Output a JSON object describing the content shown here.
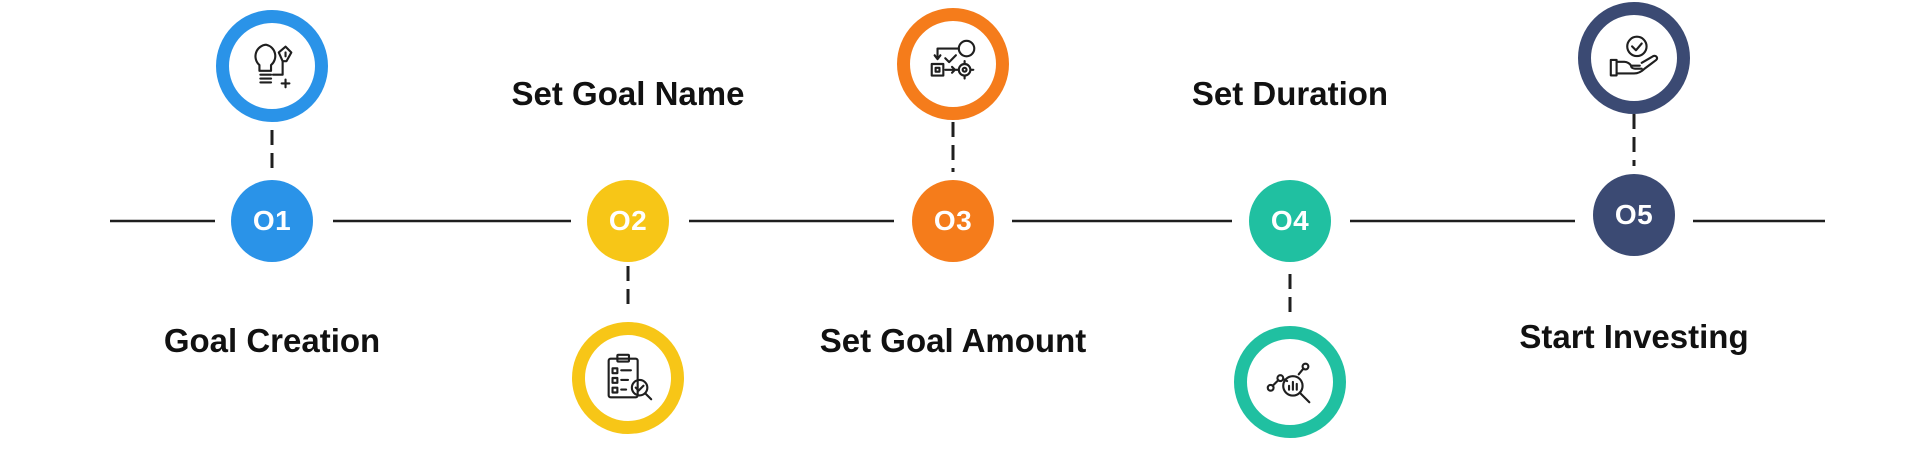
{
  "steps": [
    {
      "number": "O1",
      "label": "Goal Creation",
      "color": "#2a93e8",
      "icon": "idea-design-icon"
    },
    {
      "number": "O2",
      "label": "Set Goal Name",
      "color": "#f7c617",
      "icon": "checklist-search-icon"
    },
    {
      "number": "O3",
      "label": "Set Goal Amount",
      "color": "#f57c1b",
      "icon": "workflow-icon"
    },
    {
      "number": "O4",
      "label": "Set Duration",
      "color": "#20c0a1",
      "icon": "data-analysis-icon"
    },
    {
      "number": "O5",
      "label": "Start Investing",
      "color": "#3b4a73",
      "icon": "hand-check-icon"
    }
  ]
}
